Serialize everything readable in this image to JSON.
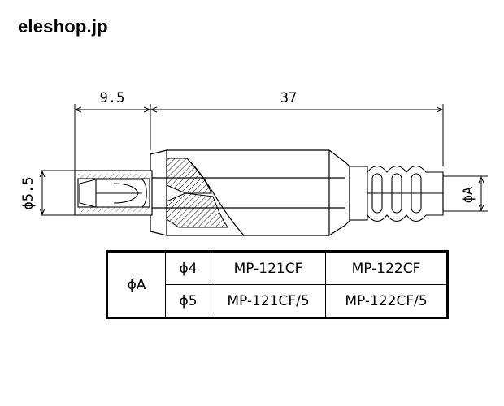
{
  "brand": "eleshop.jp",
  "dimensions": {
    "grip_length": "9.5",
    "body_length": "37",
    "tip_diameter": "ϕ5.5",
    "cable_diameter": "ϕA"
  },
  "spec_table": {
    "row_header": "ϕA",
    "rows": [
      {
        "diameter": "ϕ4",
        "model_1": "MP-121CF",
        "model_2": "MP-122CF"
      },
      {
        "diameter": "ϕ5",
        "model_1": "MP-121CF/5",
        "model_2": "MP-122CF/5"
      }
    ]
  },
  "colors": {
    "line": "#000000",
    "background": "#ffffff"
  }
}
